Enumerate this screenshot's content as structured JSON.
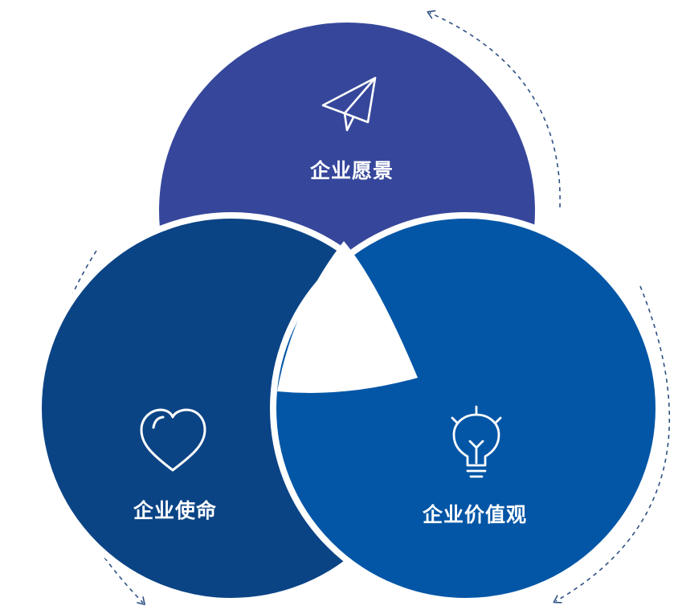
{
  "colors": {
    "vision": "#36479b",
    "mission": "#0b4485",
    "values": "#0356a6",
    "background": "#ffffff",
    "dashed_arrows": "#2d4f83"
  },
  "sections": {
    "vision": {
      "label": "企业愿景",
      "icon": "paper-plane-icon"
    },
    "mission": {
      "label": "企业使命",
      "icon": "heart-icon"
    },
    "values": {
      "label": "企业价值观",
      "icon": "lightbulb-icon"
    }
  }
}
